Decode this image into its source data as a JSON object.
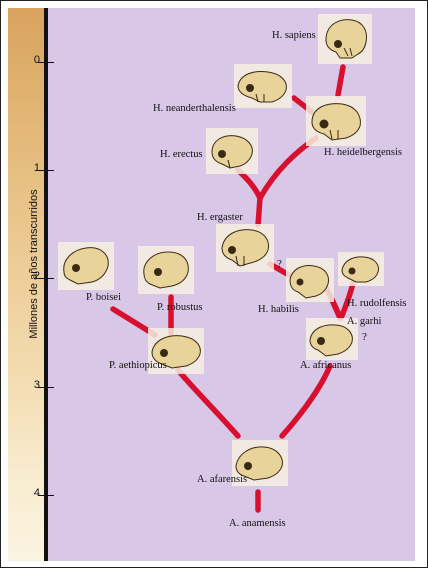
{
  "axis": {
    "title": "Millones de años transcurridos",
    "ticks": [
      {
        "label": "0",
        "value": 0
      },
      {
        "label": "1",
        "value": 1
      },
      {
        "label": "2",
        "value": 2
      },
      {
        "label": "3",
        "value": 3
      },
      {
        "label": "4",
        "value": 4
      }
    ]
  },
  "species": {
    "sapiens": "H. sapiens",
    "neanderthalensis": "H. neanderthalensis",
    "heidelbergensis": "H. heidelbergensis",
    "erectus": "H. erectus",
    "ergaster": "H. ergaster",
    "habilis": "H. habilis",
    "rudolfensis": "H. rudolfensis",
    "garhi": "A. garhi",
    "africanus": "A. africanus",
    "boisei": "P. boisei",
    "robustus": "P. robustus",
    "aethiopicus": "P. aethiopicus",
    "afarensis": "A. afarensis",
    "anamensis": "A. anamensis"
  },
  "uncertain": {
    "habilis_link": "?",
    "garhi_link": "?"
  },
  "colors": {
    "link": "#d8102f",
    "skull": "#e8d39a",
    "panel": "#d9c7e8"
  }
}
